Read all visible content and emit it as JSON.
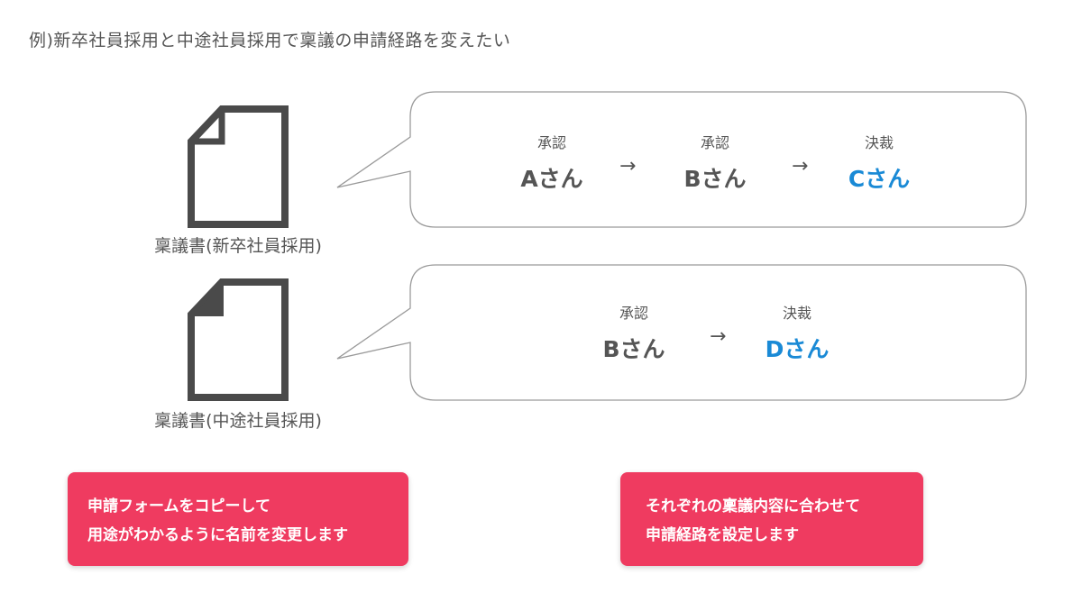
{
  "title": "例)新卒社員採用と中途社員採用で稟議の申請経路を変えたい",
  "rows": [
    {
      "document": {
        "icon": "document-icon",
        "caption": "稟議書(新卒社員採用)"
      },
      "steps": [
        {
          "label": "承認",
          "person": "Aさん",
          "final": false
        },
        {
          "label": "承認",
          "person": "Bさん",
          "final": false
        },
        {
          "label": "決裁",
          "person": "Cさん",
          "final": true
        }
      ]
    },
    {
      "document": {
        "icon": "document-icon",
        "caption": "稟議書(中途社員採用)"
      },
      "steps": [
        {
          "label": "承認",
          "person": "Bさん",
          "final": false
        },
        {
          "label": "決裁",
          "person": "Dさん",
          "final": true
        }
      ]
    }
  ],
  "arrow": "→",
  "callouts": [
    {
      "lines": [
        "申請フォームをコピーして",
        "用途がわかるように名前を変更します"
      ]
    },
    {
      "lines": [
        "それぞれの稟議内容に合わせて",
        "申請経路を設定します"
      ]
    }
  ],
  "colors": {
    "accent": "#ef3b60",
    "final_approver": "#1a8ad6",
    "text": "#555555",
    "icon": "#4a4a4a"
  }
}
